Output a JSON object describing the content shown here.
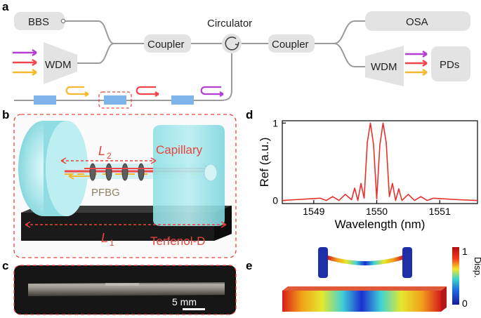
{
  "panels": {
    "a": "a",
    "b": "b",
    "c": "c",
    "d": "d",
    "e": "e"
  },
  "panel_a": {
    "bbs": "BBS",
    "wdm_left": "WDM",
    "coupler_left": "Coupler",
    "circulator": "Circulator",
    "coupler_right": "Coupler",
    "osa": "OSA",
    "wdm_right": "WDM",
    "pds": "PDs",
    "colors": {
      "purple": "#b23fd1",
      "red": "#f0454a",
      "yellow": "#f5b82e",
      "grating": "#7fb4ea",
      "fiber": "#9a9a9a",
      "box": "#e3e3e3"
    }
  },
  "panel_b": {
    "l2_main": "L",
    "l2_sub": "2",
    "capillary": "Capillary",
    "pfbg": "PFBG",
    "l1_main": "L",
    "l1_sub": "1",
    "terfenol": "Terfenol-D"
  },
  "panel_c": {
    "scale_bar": "5 mm"
  },
  "panel_e": {
    "colorbar_max": "1",
    "colorbar_min": "0",
    "colorbar_label": "Disp."
  },
  "chart_data": {
    "type": "line",
    "xlabel": "Wavelength (nm)",
    "ylabel": "Ref (a.u.)",
    "xlim": [
      1548.5,
      1551.6
    ],
    "ylim": [
      -0.04,
      1.03
    ],
    "xticks": [
      1549,
      1550,
      1551
    ],
    "yticks": [
      0,
      1
    ],
    "grid": false,
    "color": "#e8302a",
    "series": [
      {
        "x": [
          1548.5,
          1548.7,
          1548.9,
          1549.1,
          1549.2,
          1549.3,
          1549.4,
          1549.5,
          1549.6,
          1549.65,
          1549.7,
          1549.75,
          1549.8,
          1549.85,
          1549.9,
          1549.95,
          1550.0,
          1550.05,
          1550.1,
          1550.15,
          1550.2,
          1550.25,
          1550.3,
          1550.35,
          1550.4,
          1550.5,
          1550.6,
          1550.7,
          1550.8,
          1550.9,
          1551.1,
          1551.3,
          1551.6
        ],
        "y": [
          0.0,
          0.01,
          0.02,
          0.03,
          0.0,
          0.05,
          0.0,
          0.08,
          0.01,
          0.16,
          0.0,
          0.22,
          0.03,
          0.75,
          1.0,
          0.72,
          0.02,
          0.72,
          1.0,
          0.75,
          0.05,
          0.22,
          0.0,
          0.15,
          0.0,
          0.08,
          0.0,
          0.05,
          0.0,
          0.03,
          0.02,
          0.01,
          0.0
        ]
      }
    ]
  }
}
